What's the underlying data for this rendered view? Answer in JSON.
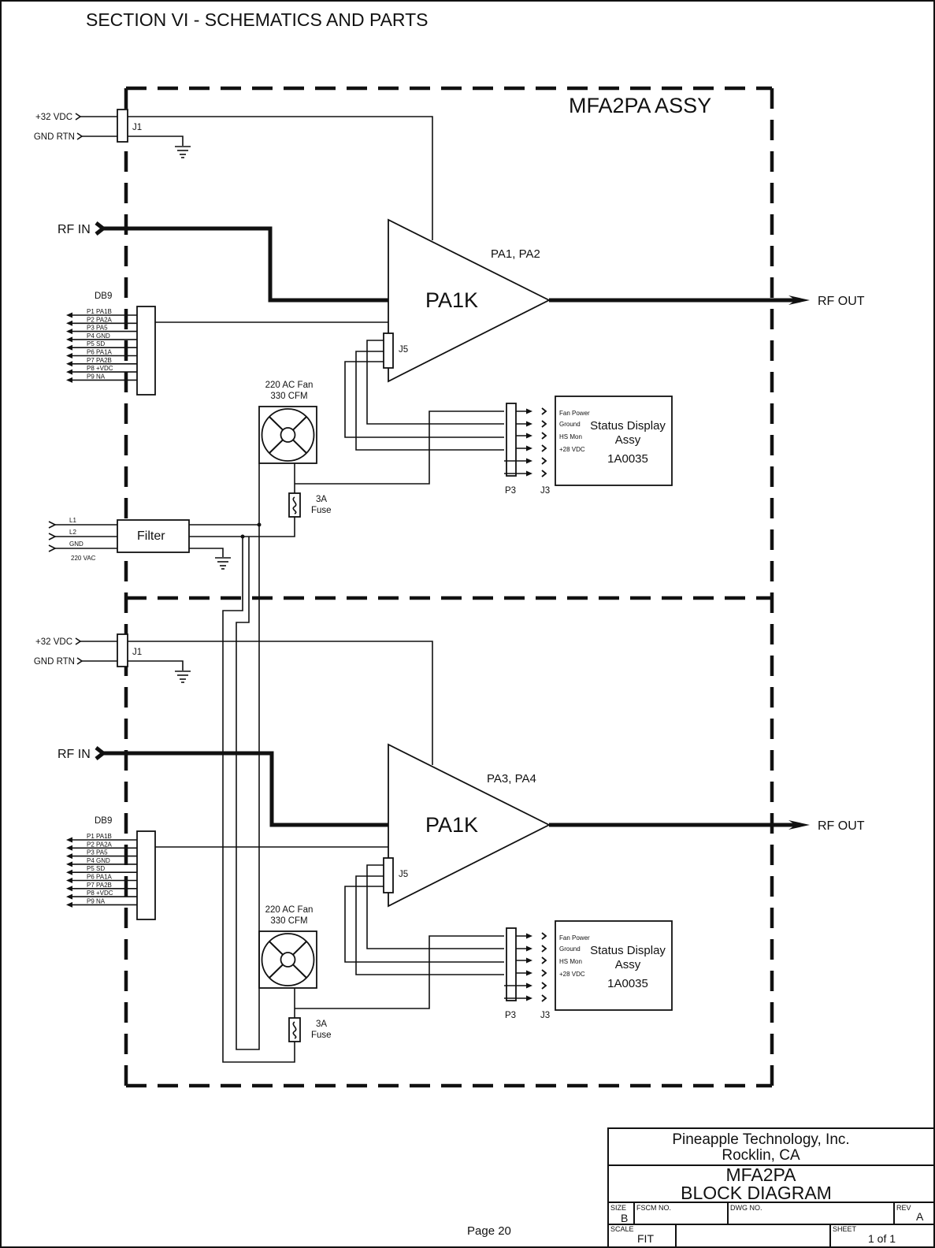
{
  "page": {
    "section_title": "SECTION VI - SCHEMATICS AND PARTS",
    "page_number": "Page 20"
  },
  "assembly": {
    "title": "MFA2PA ASSY"
  },
  "sections": [
    {
      "pa_names": "PA1, PA2",
      "amp_label": "PA1K",
      "rf_in": "RF IN",
      "rf_out": "RF OUT",
      "vdc_label": "+32 VDC",
      "gnd_rtn_label": "GND RTN",
      "j1_label": "J1",
      "j5_label": "J5",
      "db9_label": "DB9",
      "db9_pins": [
        "P1  PA1B",
        "P2  PA2A",
        "P3  PA5",
        "P4  GND",
        "P5  SD",
        "P6  PA1A",
        "P7  PA2B",
        "P8  +VDC",
        "P9  NA"
      ],
      "fan_label_1": "220 AC Fan",
      "fan_label_2": "330 CFM",
      "fuse_label_1": "3A",
      "fuse_label_2": "Fuse",
      "status_title_1": "Status Display",
      "status_title_2": "Assy",
      "status_part": "1A0035",
      "status_pins": [
        "Fan Power",
        "Ground",
        "HS Mon",
        "+28 VDC"
      ],
      "p3_label": "P3",
      "j3_label": "J3"
    },
    {
      "pa_names": "PA3, PA4",
      "amp_label": "PA1K",
      "rf_in": "RF IN",
      "rf_out": "RF OUT",
      "vdc_label": "+32 VDC",
      "gnd_rtn_label": "GND RTN",
      "j1_label": "J1",
      "j5_label": "J5",
      "db9_label": "DB9",
      "db9_pins": [
        "P1  PA1B",
        "P2  PA2A",
        "P3  PA5",
        "P4  GND",
        "P5  SD",
        "P6  PA1A",
        "P7  PA2B",
        "P8  +VDC",
        "P9  NA"
      ],
      "fan_label_1": "220 AC Fan",
      "fan_label_2": "330 CFM",
      "fuse_label_1": "3A",
      "fuse_label_2": "Fuse",
      "status_title_1": "Status Display",
      "status_title_2": "Assy",
      "status_part": "1A0035",
      "status_pins": [
        "Fan Power",
        "Ground",
        "HS Mon",
        "+28 VDC"
      ],
      "p3_label": "P3",
      "j3_label": "J3"
    }
  ],
  "filter": {
    "label": "Filter",
    "inputs": [
      "L1",
      "L2",
      "GND"
    ],
    "supply": "220 VAC"
  },
  "title_block": {
    "company": "Pineapple Technology, Inc.",
    "location": "Rocklin, CA",
    "drawing_title_1": "MFA2PA",
    "drawing_title_2": "BLOCK DIAGRAM",
    "size_label": "SIZE",
    "size_value": "B",
    "fscm_label": "FSCM NO.",
    "dwg_label": "DWG NO.",
    "rev_label": "REV",
    "rev_value": "A",
    "scale_label": "SCALE",
    "scale_value": "FIT",
    "sheet_label": "SHEET",
    "sheet_value": "1 of 1"
  }
}
